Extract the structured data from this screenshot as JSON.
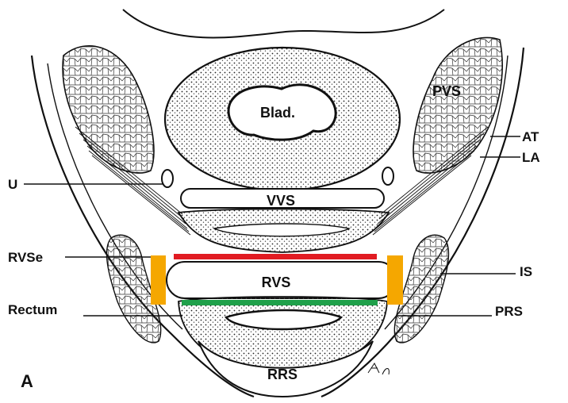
{
  "figure": {
    "panel_letter": "A",
    "labels": {
      "bladder": "Blad.",
      "vvs": "VVS",
      "rvs": "RVS",
      "rrs": "RRS",
      "pvs": "PVS",
      "at": "AT",
      "la": "LA",
      "u": "U",
      "rvse": "RVSe",
      "rectum": "Rectum",
      "is": "IS",
      "prs": "PRS"
    },
    "colors": {
      "red_line": "#e11b22",
      "green_line": "#1fa04a",
      "orange_bars": "#f5a700",
      "ink": "#111111"
    }
  }
}
